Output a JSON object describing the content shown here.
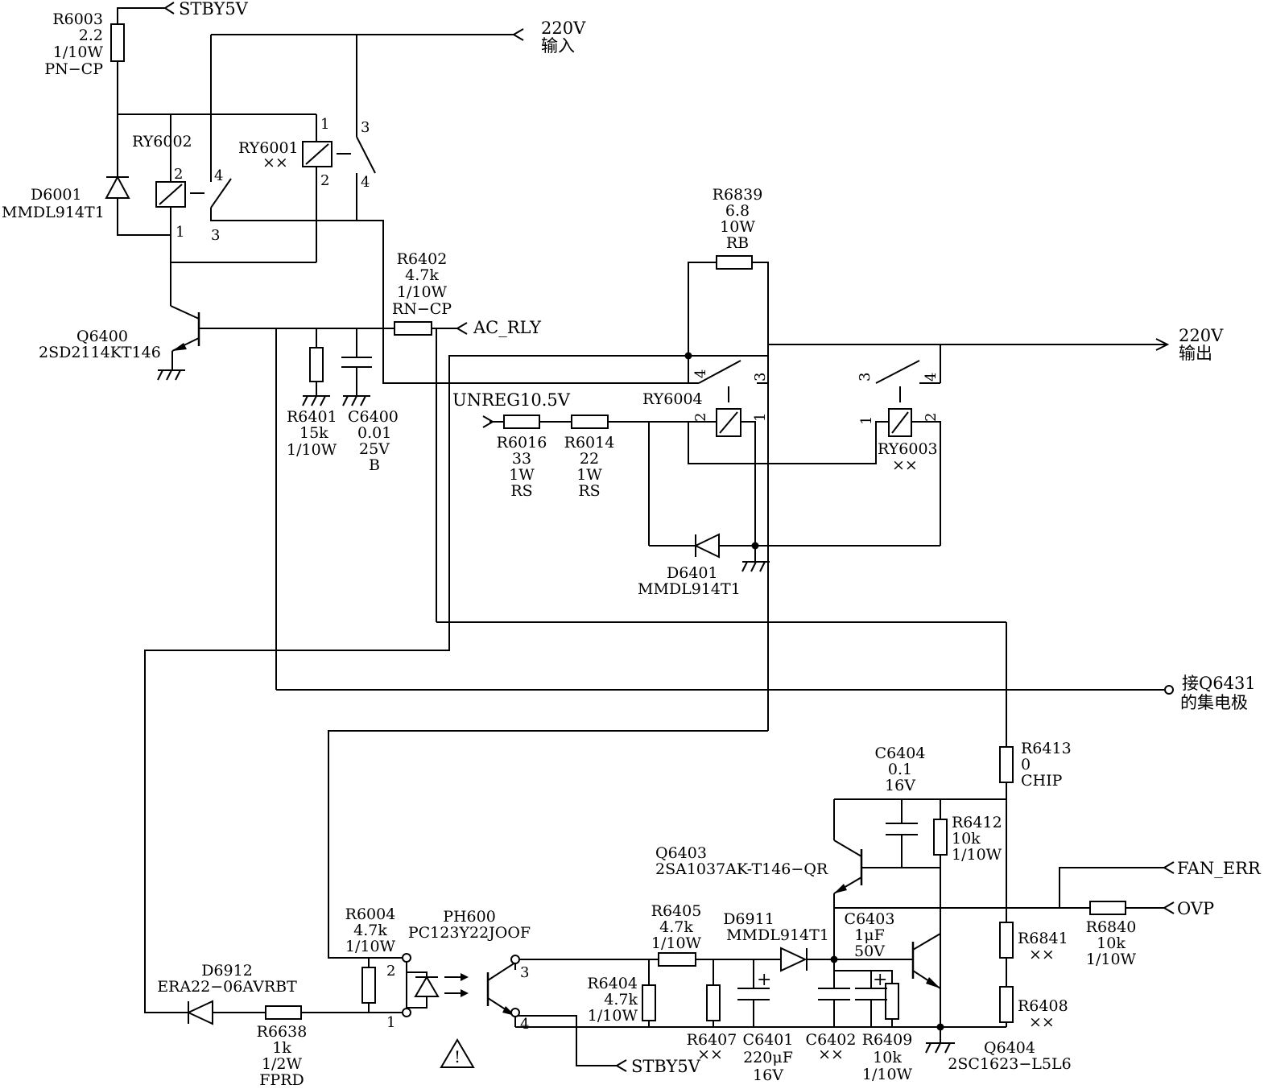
{
  "ports": {
    "stby5v_top": "STBY5V",
    "ac_in": [
      "220V",
      "输入"
    ],
    "ac_rly": "AC_RLY",
    "ac_out": [
      "220V",
      "输出"
    ],
    "unreg": "UNREG10.5V",
    "q6431": [
      "接Q6431",
      "的集电极"
    ],
    "fan_err": "FAN_ERR",
    "ovp": "OVP",
    "stby5v_bottom": "STBY5V"
  },
  "components": {
    "R6003": [
      "R6003",
      "2.2",
      "1/10W",
      "PN−CP"
    ],
    "RY6002": [
      "RY6002"
    ],
    "D6001": [
      "D6001",
      "MMDL914T1"
    ],
    "RY6001": [
      "RY6001",
      "××"
    ],
    "Q6400": [
      "Q6400",
      "2SD2114KT146"
    ],
    "R6402": [
      "R6402",
      "4.7k",
      "1/10W",
      "RN−CP"
    ],
    "R6401": [
      "R6401",
      "15k",
      "1/10W"
    ],
    "C6400": [
      "C6400",
      "0.01",
      "25V",
      "B"
    ],
    "R6839": [
      "R6839",
      "6.8",
      "10W",
      "RB"
    ],
    "RY6004": [
      "RY6004"
    ],
    "RY6003": [
      "RY6003",
      "××"
    ],
    "R6016": [
      "R6016",
      "33",
      "1W",
      "RS"
    ],
    "R6014": [
      "R6014",
      "22",
      "1W",
      "RS"
    ],
    "D6401": [
      "D6401",
      "MMDL914T1"
    ],
    "R6413": [
      "R6413",
      "0",
      "CHIP"
    ],
    "C6404": [
      "C6404",
      "0.1",
      "16V"
    ],
    "R6412": [
      "R6412",
      "10k",
      "1/10W"
    ],
    "Q6403": [
      "Q6403",
      "2SA1037AK-T146−QR"
    ],
    "R6840": [
      "R6840",
      "10k",
      "1/10W"
    ],
    "R6841": [
      "R6841",
      "××"
    ],
    "R6408": [
      "R6408",
      "××"
    ],
    "R6004": [
      "R6004",
      "4.7k",
      "1/10W"
    ],
    "PH600": [
      "PH600",
      "PC123Y22JOOF"
    ],
    "R6405": [
      "R6405",
      "4.7k",
      "1/10W"
    ],
    "D6911": [
      "D6911",
      "MMDL914T1"
    ],
    "C6403": [
      "C6403",
      "1μF",
      "50V"
    ],
    "R6404": [
      "R6404",
      "4.7k",
      "1/10W"
    ],
    "D6912": [
      "D6912",
      "ERA22−06AVRBT"
    ],
    "R6638": [
      "R6638",
      "1k",
      "1/2W",
      "FPRD"
    ],
    "R6407": [
      "R6407",
      "××"
    ],
    "C6401": [
      "C6401",
      "220μF",
      "16V"
    ],
    "C6402": [
      "C6402",
      "××"
    ],
    "R6409": [
      "R6409",
      "10k",
      "1/10W"
    ],
    "Q6404": [
      "Q6404",
      "2SC1623−L5L6"
    ]
  },
  "pins": {
    "ry6002_2": "2",
    "ry6002_1": "1",
    "ry6002_4": "4",
    "ry6002_3": "3",
    "ry6001_1": "1",
    "ry6001_2": "2",
    "ry6001_3": "3",
    "ry6001_4": "4",
    "ry6004_4": "4",
    "ry6004_3": "3",
    "ry6004_2": "2",
    "ry6004_1": "1",
    "ry6003_3": "3",
    "ry6003_4": "4",
    "ry6003_1": "1",
    "ry6003_2": "2",
    "ph_2": "2",
    "ph_1": "1",
    "ph_3": "3",
    "ph_4": "4",
    "c_plus_1": "+",
    "c_plus_2": "+",
    "warn": "!"
  }
}
